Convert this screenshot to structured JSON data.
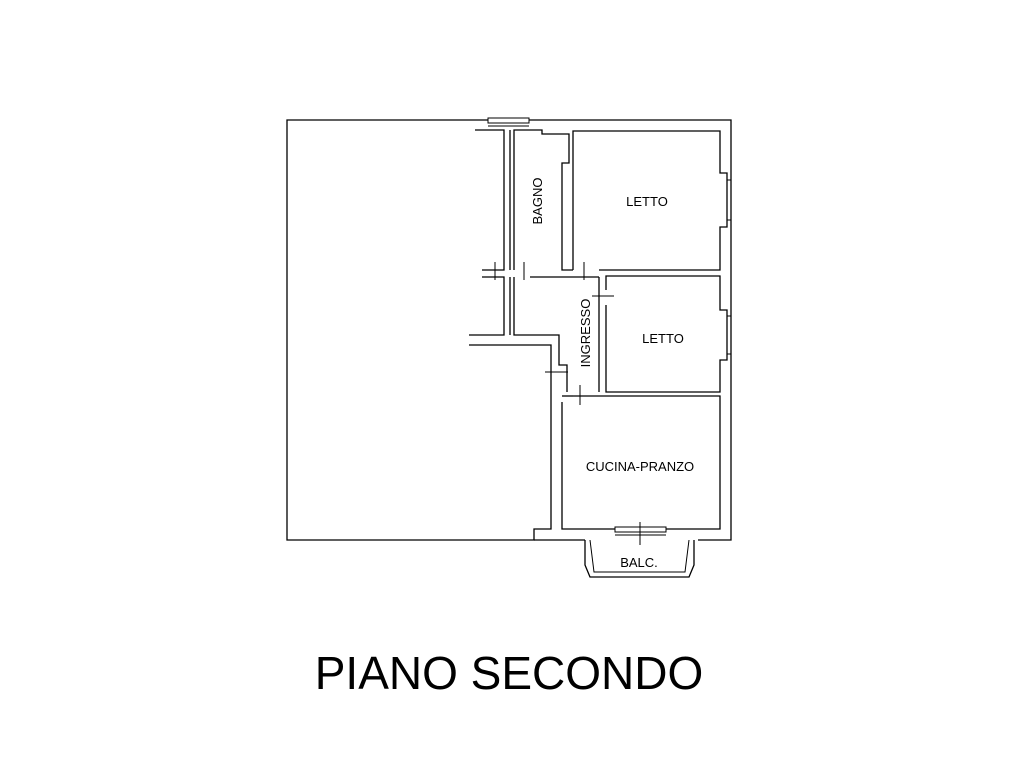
{
  "plan": {
    "rooms": {
      "bagno": "BAGNO",
      "letto_upper": "LETTO",
      "ingresso": "INGRESSO",
      "letto_lower": "LETTO",
      "cucina": "CUCINA-PRANZO",
      "balcone": "BALC."
    },
    "title": "PIANO SECONDO"
  }
}
